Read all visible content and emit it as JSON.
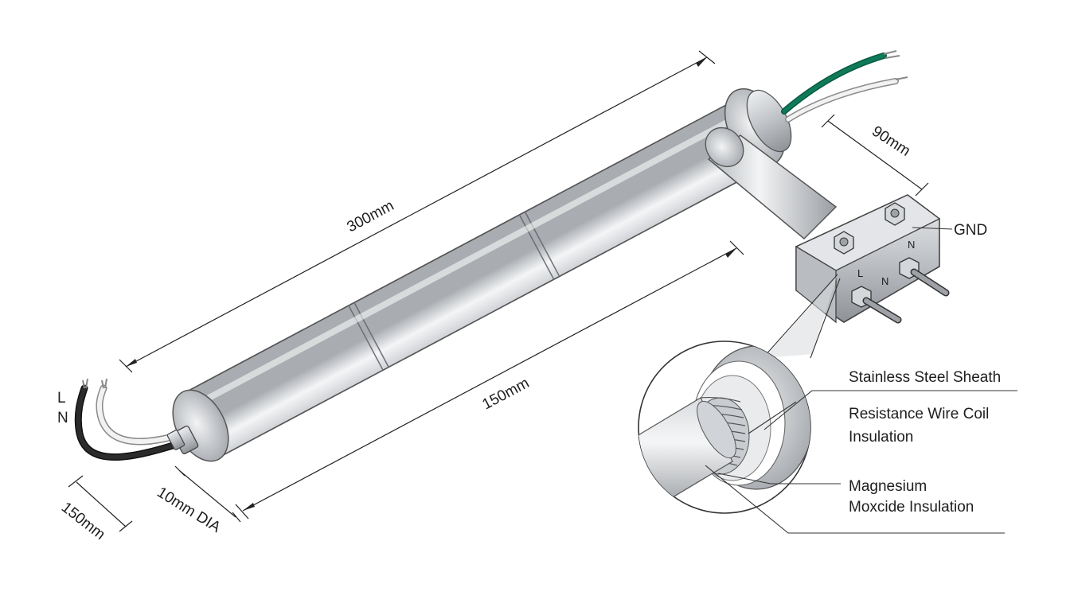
{
  "dimensions": {
    "overall_length": "300mm",
    "heated_length": "150mm",
    "lead_length": "150mm",
    "diameter": "10mm DIA",
    "bracket_length": "90mm"
  },
  "wire_labels": {
    "line": "L",
    "neutral": "N"
  },
  "terminal_labels": {
    "ground": "GND",
    "line": "L",
    "neutral_1": "N",
    "neutral_2": "N"
  },
  "cross_section": {
    "sheath": "Stainless Steel Sheath",
    "coil_line1": "Resistance Wire Coil",
    "coil_line2": "Insulation",
    "mgo_line1": "Magnesium",
    "mgo_line2": "Moxcide Insulation"
  },
  "colors": {
    "sheath_metal": "#c9ccd0",
    "wire_green": "#0f7a5a",
    "wire_white": "#e8e8e8",
    "wire_black": "#1a1a1a"
  }
}
